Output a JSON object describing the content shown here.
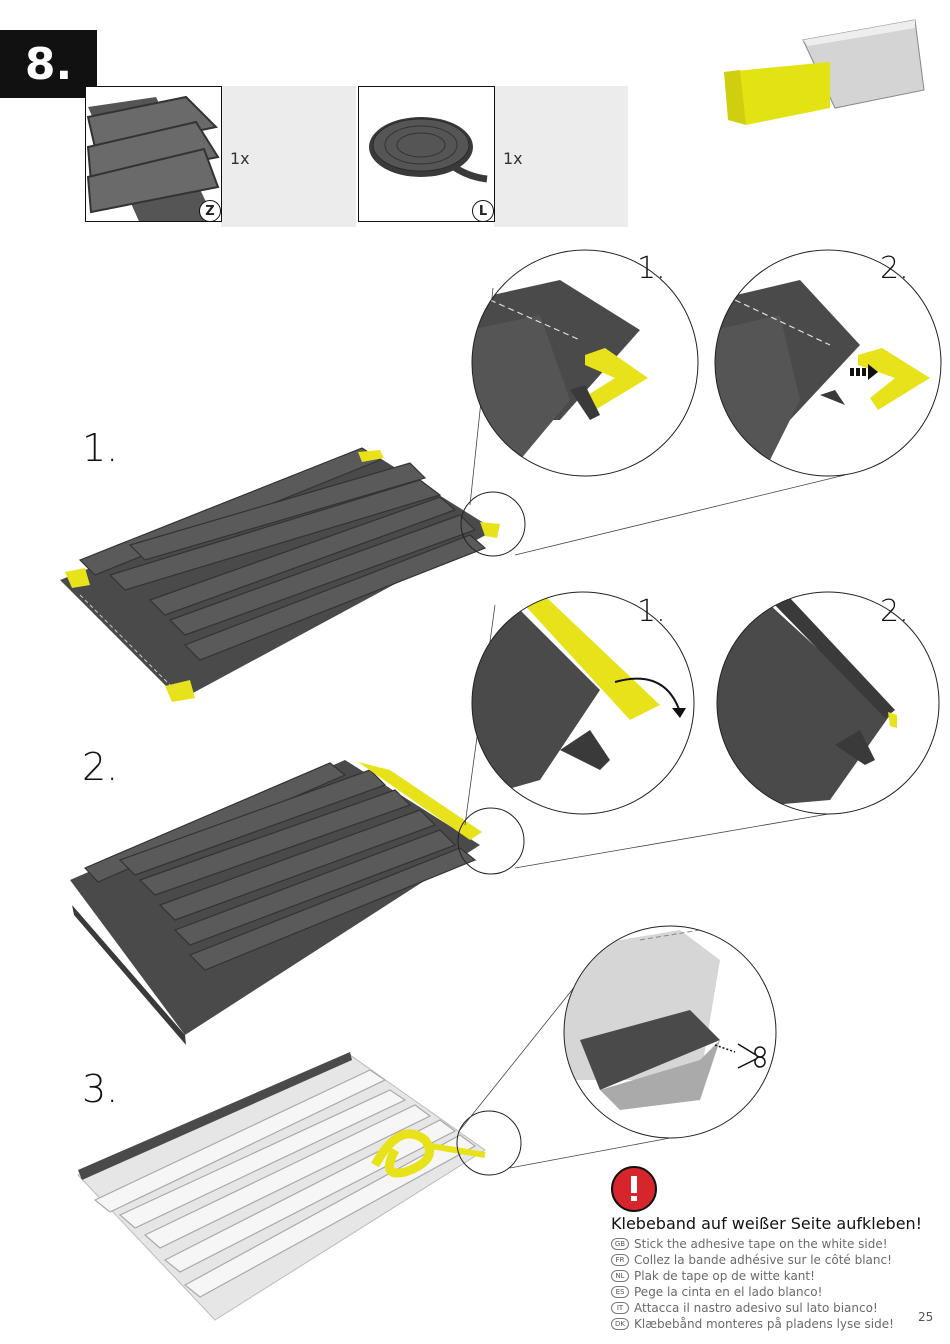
{
  "step": {
    "label": "8."
  },
  "parts": [
    {
      "qty": "1x",
      "letter": "Z",
      "name": "corrugated-sheet"
    },
    {
      "qty": "1x",
      "letter": "L",
      "name": "adhesive-tape-roll"
    }
  ],
  "steps": [
    {
      "label": "1."
    },
    {
      "label": "2."
    },
    {
      "label": "3."
    }
  ],
  "details": {
    "row1": [
      "1.",
      "2."
    ],
    "row2": [
      "1.",
      "2."
    ]
  },
  "note": {
    "title": "Klebeband auf weißer Seite aufkleben!",
    "lines": [
      {
        "code": "GB",
        "text": "Stick the adhesive tape on the white side!"
      },
      {
        "code": "FR",
        "text": "Collez la bande adhésive sur le côté blanc!"
      },
      {
        "code": "NL",
        "text": "Plak de tape op de witte kant!"
      },
      {
        "code": "ES",
        "text": "Pege la cinta en el lado blanco!"
      },
      {
        "code": "IT",
        "text": "Attacca il nastro adesivo sul lato bianco!"
      },
      {
        "code": "DK",
        "text": "Klæbebånd monteres på pladens lyse side!"
      }
    ]
  },
  "page_number": "25",
  "colors": {
    "accent_yellow": "#e8e21b",
    "sheet_dark": "#4a4a4a",
    "sheet_light": "#d8d8d8",
    "warning_red": "#d7262b"
  },
  "icons": [
    "warning-icon",
    "scissors-icon",
    "arrow-right-icon",
    "curved-arrow-icon"
  ]
}
